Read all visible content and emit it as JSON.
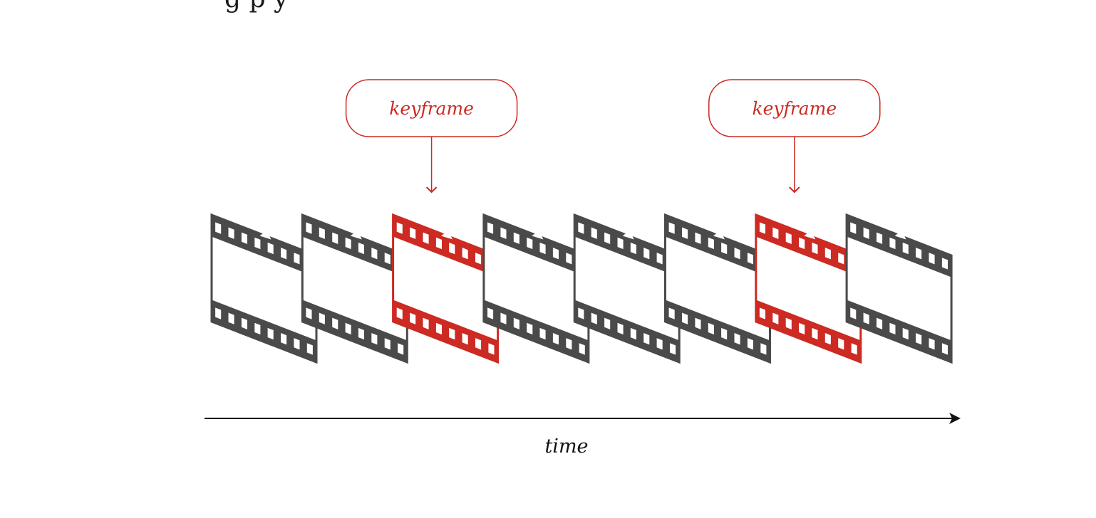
{
  "header": {
    "cut_text": "g         p y"
  },
  "diagram": {
    "frame_count": 8,
    "keyframe_indices": [
      2,
      6
    ],
    "callouts": [
      {
        "label": "keyframe",
        "target_frame": 2
      },
      {
        "label": "keyframe",
        "target_frame": 6
      }
    ],
    "axis_label": "time",
    "colors": {
      "keyframe": "#cc2a22",
      "frame": "#4a4a4a",
      "axis": "#111111",
      "background": "#ffffff"
    }
  }
}
